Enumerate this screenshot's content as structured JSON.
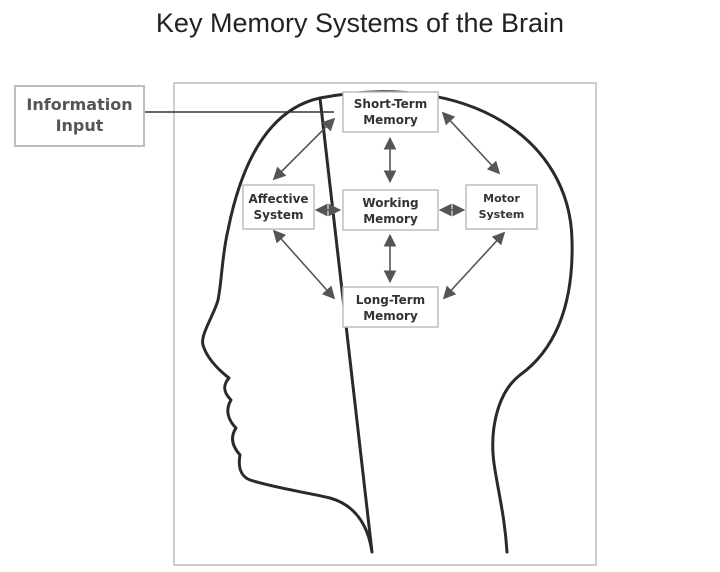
{
  "title": "Key Memory Systems of the Brain",
  "colors": {
    "box_border": "#bdbdbd",
    "head_outline": "#2a2a2a",
    "arrow": "#555555",
    "frame": "#bdbdbd"
  },
  "nodes": {
    "input": [
      "Information",
      "Input"
    ],
    "short_term": [
      "Short-Term",
      "Memory"
    ],
    "affective": [
      "Affective",
      "System"
    ],
    "working": [
      "Working",
      "Memory"
    ],
    "motor": [
      "Motor",
      "System"
    ],
    "long_term": [
      "Long-Term",
      "Memory"
    ]
  }
}
